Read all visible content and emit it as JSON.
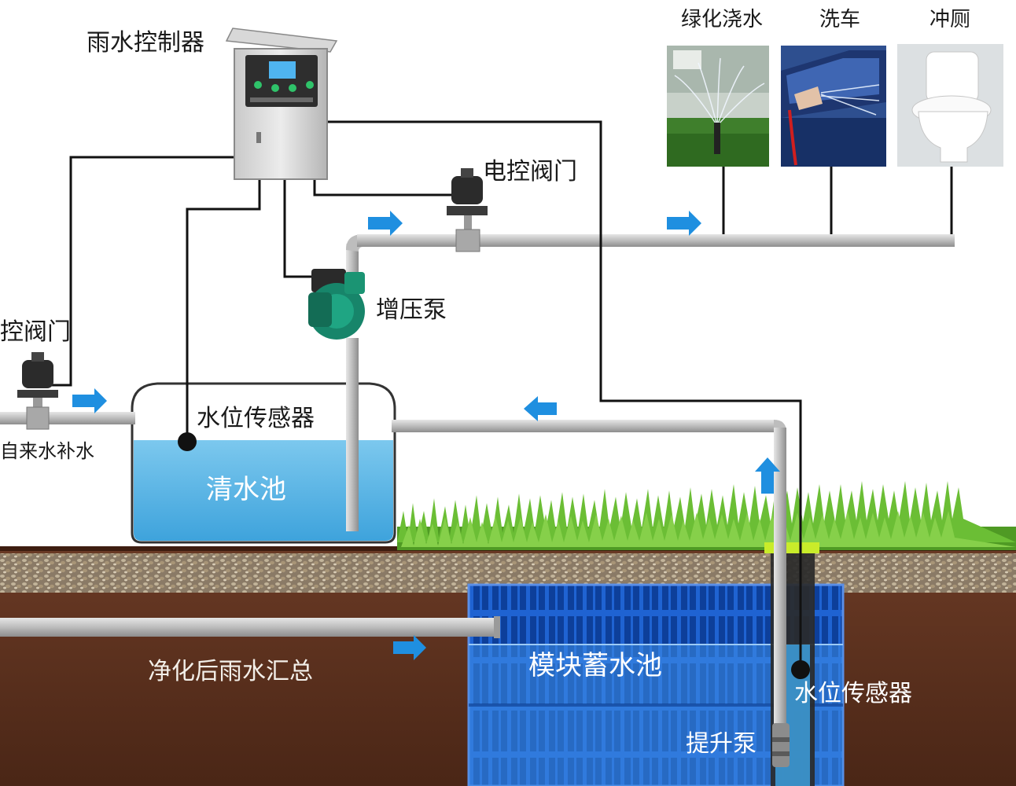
{
  "labels": {
    "controller": "雨水控制器",
    "valve_right": "电控阀门",
    "valve_left": "控阀门",
    "booster_pump": "增压泵",
    "level_sensor_tank": "水位传感器",
    "tap_water_supply": "自来水补水",
    "clear_water_tank": "清水池",
    "purified_rainwater": "净化后雨水汇总",
    "module_tank": "模块蓄水池",
    "level_sensor_module": "水位传感器",
    "lift_pump": "提升泵"
  },
  "uses": [
    {
      "label": "绿化浇水",
      "icon": "garden-sprinkler-photo"
    },
    {
      "label": "洗车",
      "icon": "car-wash-photo"
    },
    {
      "label": "冲厕",
      "icon": "toilet-photo"
    }
  ],
  "colors": {
    "pipe": "#b9b9b9",
    "wire": "#111111",
    "flow_arrow": "#1f8fe0",
    "water_light": "#5bb8e6",
    "module_blue": "#1a59c8",
    "soil": "#5e3220",
    "grass": "#5fae2e",
    "pump_green": "#17856a"
  }
}
